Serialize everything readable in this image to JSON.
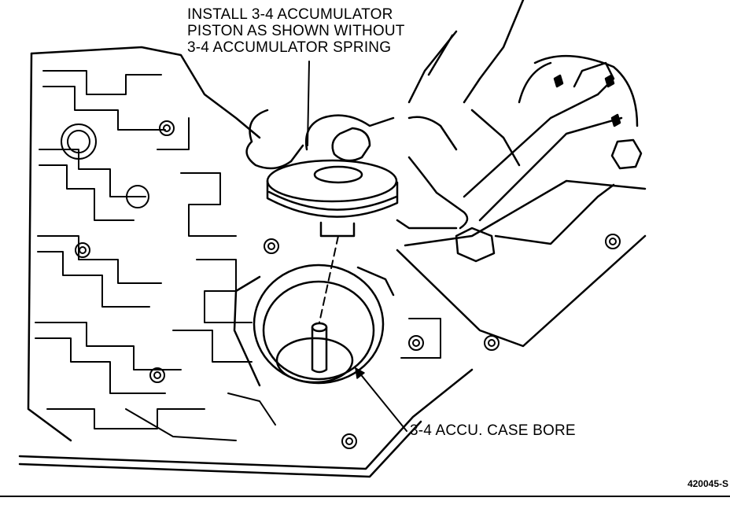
{
  "callouts": {
    "install": {
      "lines": [
        "INSTALL 3-4 ACCUMULATOR",
        "PISTON AS SHOWN WITHOUT",
        "3-4 ACCUMULATOR SPRING"
      ]
    },
    "case_bore": "3-4 ACCU. CASE BORE"
  },
  "figure_code": "420045-S",
  "colors": {
    "ink": "#000000",
    "paper": "#ffffff"
  }
}
